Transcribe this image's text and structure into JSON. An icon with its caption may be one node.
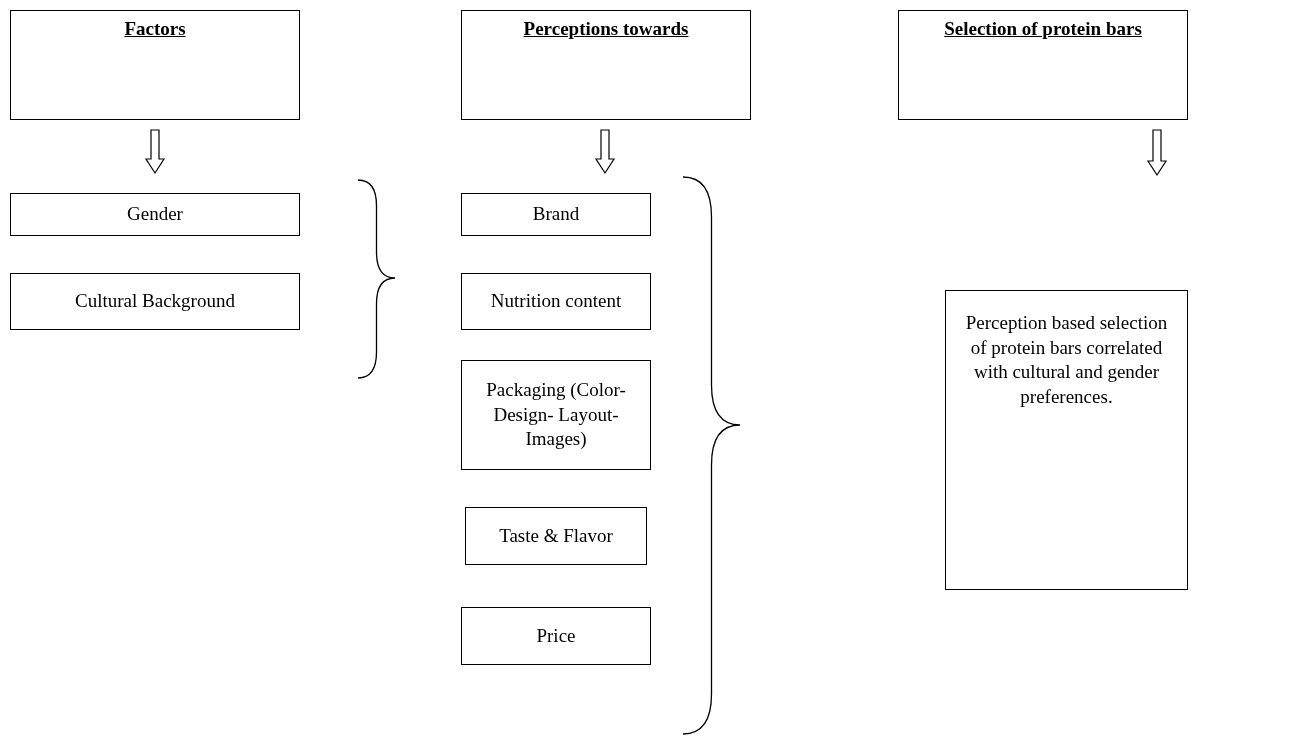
{
  "diagram": {
    "nodes": [
      {
        "text": [
          "Factors"
        ]
      },
      {
        "text": [
          "Perceptions towards"
        ]
      },
      {
        "text": [
          "Selection of protein bars"
        ]
      },
      {
        "text": [
          "Gender"
        ]
      },
      {
        "text": [
          "Cultural Background"
        ]
      },
      {
        "text": [
          "Brand"
        ]
      },
      {
        "text": [
          "Nutrition content"
        ]
      },
      {
        "text": [
          "Packaging (Color- Design- Layout- Images)"
        ]
      },
      {
        "text": [
          "Taste & Flavor"
        ]
      },
      {
        "text": [
          "Price"
        ]
      },
      {
        "text": [
          "Perception based selection of protein bars correlated with cultural and gender preferences."
        ]
      }
    ],
    "edges": [
      {
        "from": 0,
        "to": 3,
        "arrow": "to"
      },
      {
        "from": 1,
        "to": 5,
        "arrow": "to"
      },
      {
        "from": 2,
        "to": null,
        "arrow": "to"
      }
    ]
  }
}
